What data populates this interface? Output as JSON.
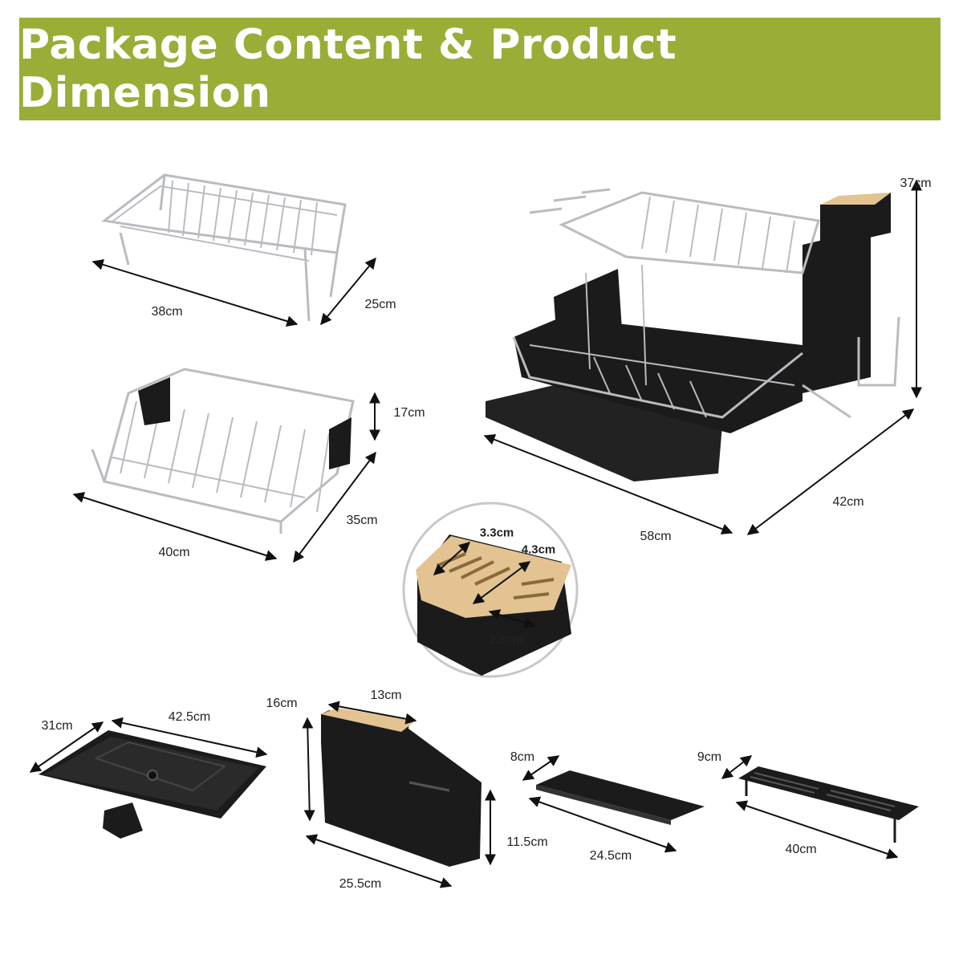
{
  "banner": {
    "title": "Package Content & Product Dimension",
    "color": "#9aad36"
  },
  "colors": {
    "wire": "#b9bcc0",
    "black_part": "#1b1b1b",
    "bamboo": "#e2c391",
    "arrow": "#111111"
  },
  "items": {
    "upper_rack": {
      "length": "38cm",
      "width": "25cm",
      "icon": "upper-dish-rack"
    },
    "lower_rack": {
      "height": "17cm",
      "length": "40cm",
      "width": "35cm",
      "icon": "lower-dish-rack"
    },
    "assembled_rack": {
      "height": "37cm",
      "length": "58cm",
      "width": "42cm",
      "icon": "assembled-dish-rack"
    },
    "knife_slots": {
      "slot_a": "3.3cm",
      "slot_b": "4.3cm",
      "slot_c": "2.3cm",
      "icon": "knife-block-closeup"
    },
    "drip_tray": {
      "width": "31cm",
      "length": "42.5cm",
      "icon": "drip-tray"
    },
    "utensil_holder": {
      "height_total": "16cm",
      "top": "13cm",
      "height_body": "11.5cm",
      "length": "25.5cm",
      "icon": "utensil-holder"
    },
    "cup_tray": {
      "width": "8cm",
      "length": "24.5cm",
      "icon": "cup-tray"
    },
    "drain_board": {
      "width": "9cm",
      "length": "40cm",
      "icon": "drain-board"
    }
  }
}
